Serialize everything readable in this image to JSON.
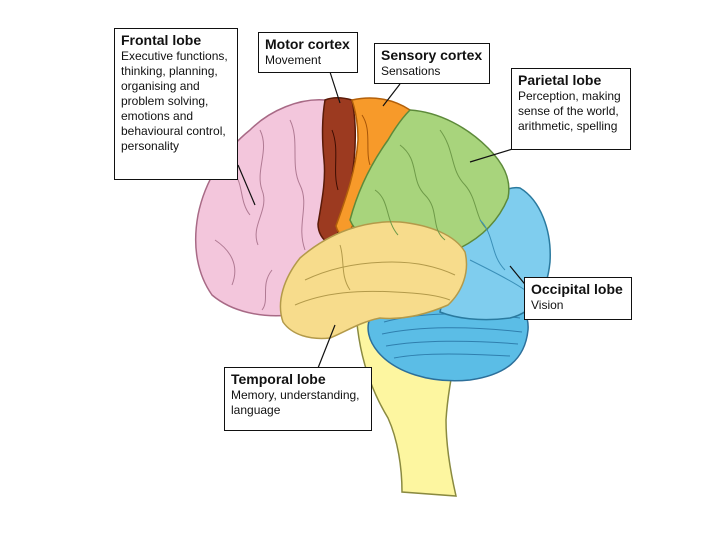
{
  "labels": {
    "frontal": {
      "title": "Frontal lobe",
      "desc": [
        "Executive functions,",
        "thinking, planning,",
        "organising and",
        "problem solving,",
        "emotions and",
        "behavioural control,",
        "personality"
      ],
      "color": "#f3c6dc"
    },
    "motor": {
      "title": "Motor cortex",
      "desc": [
        "Movement"
      ],
      "color": "#9c3a20"
    },
    "sensory": {
      "title": "Sensory cortex",
      "desc": [
        "Sensations"
      ],
      "color": "#f79a2a"
    },
    "parietal": {
      "title": "Parietal lobe",
      "desc": [
        "Perception, making",
        "sense of the world,",
        "arithmetic, spelling"
      ],
      "color": "#a8d47c"
    },
    "occipital": {
      "title": "Occipital lobe",
      "desc": [
        "Vision"
      ],
      "color": "#7fcdee"
    },
    "temporal": {
      "title": "Temporal lobe",
      "desc": [
        "Memory, understanding,",
        "language"
      ],
      "color": "#f7dc8c"
    }
  },
  "structures": {
    "cerebellum_color": "#5bbde6",
    "brainstem_color": "#fdf6a0"
  }
}
